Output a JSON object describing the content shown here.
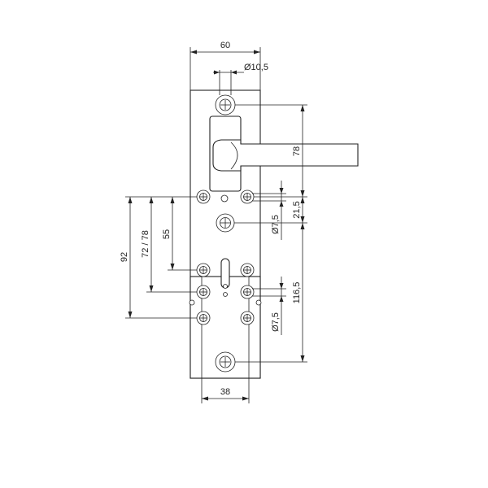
{
  "drawing": {
    "dimensions": {
      "plate_width": "60",
      "bore_diameter": "Ø10,5",
      "handle_to_hole": "78",
      "upper_gap": "21,5",
      "upper_diameter": "Ø7,5",
      "overall_92": "92",
      "pair_72_78": "72 / 78",
      "pair_55": "55",
      "lower_length": "116,5",
      "lower_diameter": "Ø7,5",
      "bottom_width": "38"
    }
  }
}
